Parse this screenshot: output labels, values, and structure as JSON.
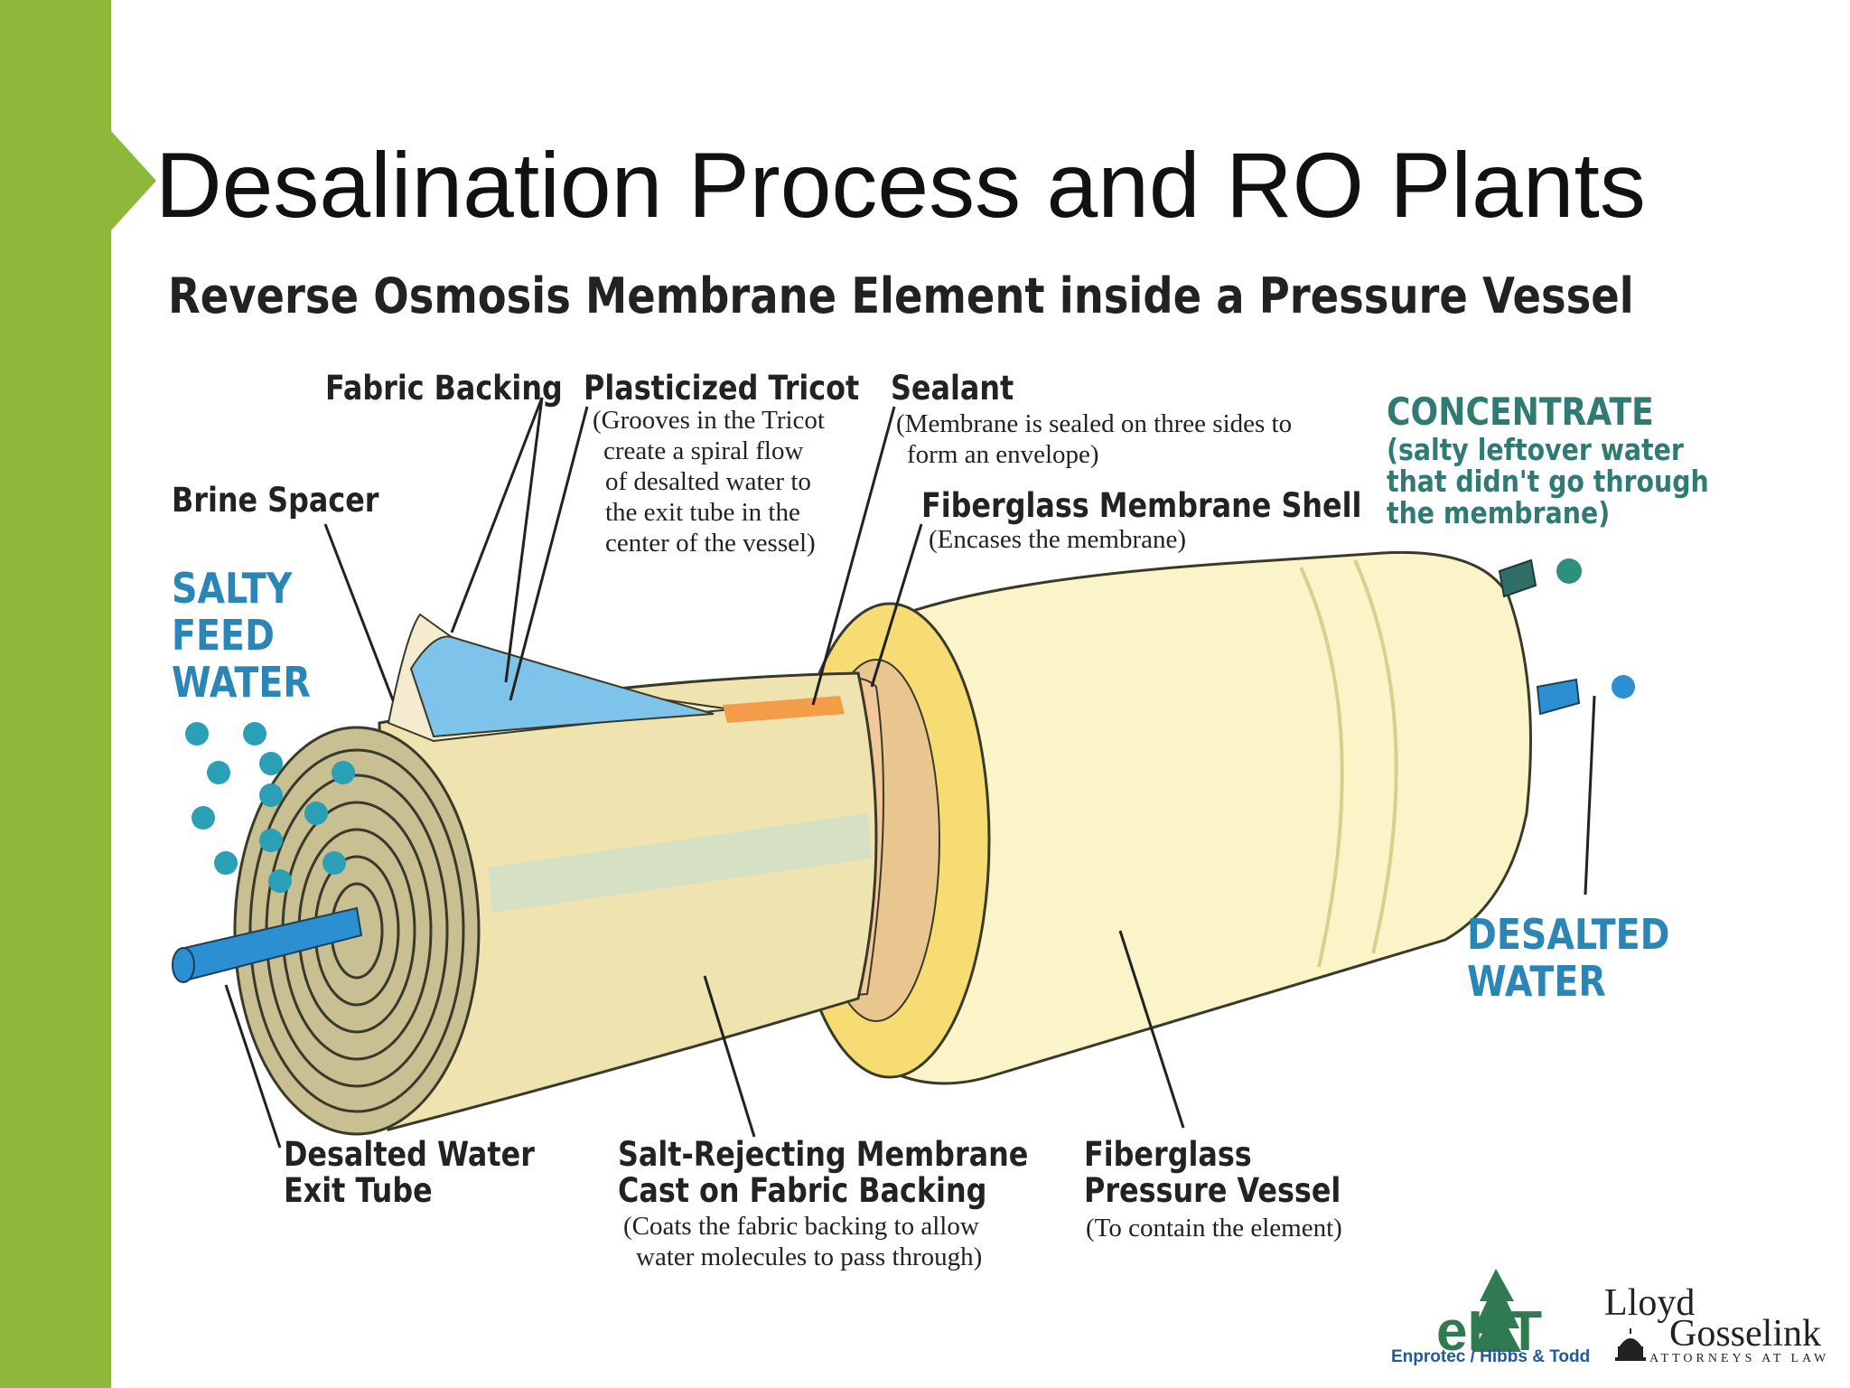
{
  "slide": {
    "title": "Desalination Process and RO Plants",
    "accent_color": "#8db83a"
  },
  "diagram": {
    "title": "Reverse Osmosis Membrane Element inside a Pressure Vessel",
    "labels": {
      "fabric_backing": "Fabric Backing",
      "plasticized_tricot": "Plasticized Tricot",
      "plasticized_tricot_desc": [
        "(Grooves in the Tricot",
        "create a spiral flow",
        "of desalted water to",
        "the exit tube in the",
        "center of the vessel)"
      ],
      "sealant": "Sealant",
      "sealant_desc": [
        "(Membrane is sealed on three sides to",
        "form an envelope)"
      ],
      "fiberglass_shell": "Fiberglass Membrane Shell",
      "fiberglass_shell_desc": "(Encases the membrane)",
      "concentrate": "CONCENTRATE",
      "concentrate_desc": [
        "(salty leftover water",
        "that didn't go through",
        "the membrane)"
      ],
      "brine_spacer": "Brine Spacer",
      "salty_feed_water": [
        "SALTY",
        "FEED",
        "WATER"
      ],
      "desalted_water": [
        "DESALTED",
        "WATER"
      ],
      "desalted_exit_tube": [
        "Desalted Water",
        "Exit Tube"
      ],
      "salt_rejecting_membrane": [
        "Salt-Rejecting Membrane",
        "Cast on Fabric Backing"
      ],
      "salt_rejecting_membrane_desc": [
        "(Coats the fabric backing to allow",
        "water molecules to pass through)"
      ],
      "fiberglass_vessel": [
        "Fiberglass",
        "Pressure Vessel"
      ],
      "fiberglass_vessel_desc": "(To contain the element)"
    },
    "colors": {
      "concentrate_text": "#2f7a72",
      "water_text": "#2a86b6",
      "vessel": "#faf4c8",
      "element": "#efe3b0",
      "tube": "#2b8fd1"
    }
  },
  "logos": {
    "eht_mark": "eHT",
    "eht_caption": "Enprotec / Hibbs & Todd",
    "lg_line1": "Lloyd",
    "lg_line2": "Gosselink",
    "lg_line3": "ATTORNEYS AT LAW"
  }
}
